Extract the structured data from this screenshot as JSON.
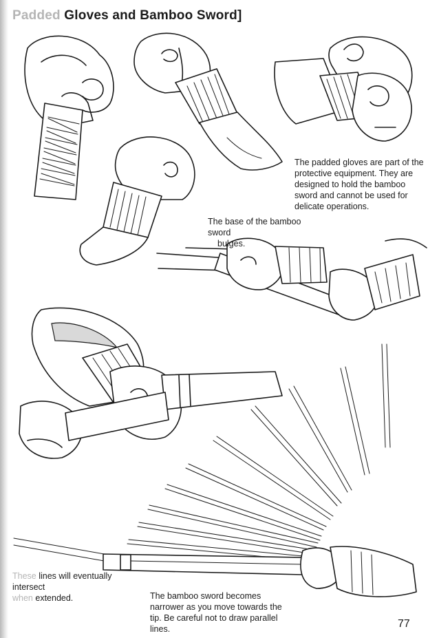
{
  "title": {
    "faded_prefix": "Padded",
    "text": " Gloves and Bamboo Sword]"
  },
  "captions": {
    "gloves": "The padded gloves are part of the protective equipment. They are designed to hold the bamboo sword and cannot be used for delicate operations.",
    "base_line1": "The base of the bamboo sword",
    "base_line2": "bulges.",
    "lines_faded1": "These",
    "lines_rest1": " lines will eventually intersect",
    "lines_faded2": "when",
    "lines_rest2": " extended.",
    "narrow": "The bamboo sword becomes narrower as you move towards the tip. Be careful not to draw parallel lines."
  },
  "page_number": "77"
}
